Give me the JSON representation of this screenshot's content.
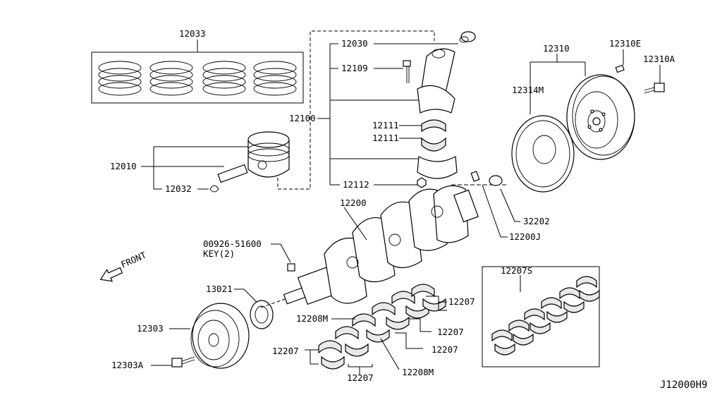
{
  "labels": {
    "p12033": "12033",
    "p12030": "12030",
    "p12109": "12109",
    "p12100": "12100",
    "p12111a": "12111",
    "p12111b": "12111",
    "p12112": "12112",
    "p12010": "12010",
    "p12032": "12032",
    "p12200": "12200",
    "p32202": "32202",
    "p12200J": "12200J",
    "p12310": "12310",
    "p12310E": "12310E",
    "p12310A": "12310A",
    "p12314M": "12314M",
    "p00926": "00926-51600",
    "key2": "KEY(2)",
    "front": "FRONT",
    "p13021": "13021",
    "p12303": "12303",
    "p12303A": "12303A",
    "p12207S": "12207S",
    "p12207a": "12207",
    "p12207b": "12207",
    "p12207c": "12207",
    "p12207d": "12207",
    "p12207e": "12207",
    "p12208Ma": "12208M",
    "p12208Mb": "12208M",
    "code": "J12000H9"
  }
}
